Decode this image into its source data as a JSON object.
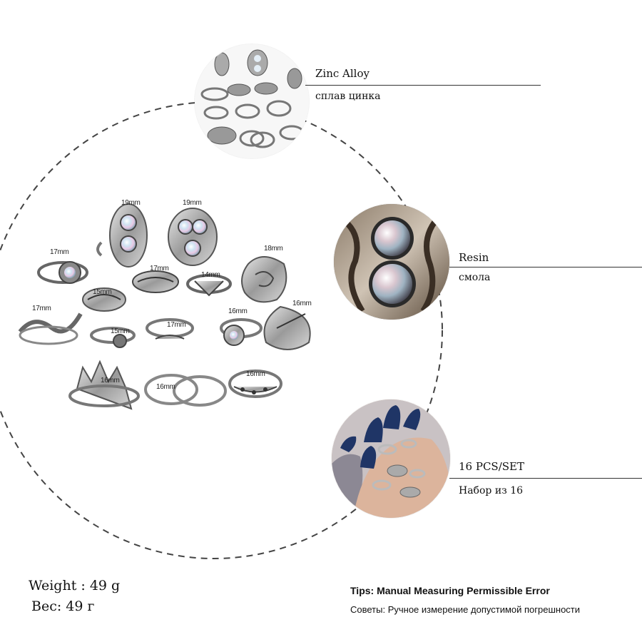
{
  "features": [
    {
      "label_en": "Zinc Alloy",
      "label_ru": "сплав цинка",
      "photo": "rings-set-photo"
    },
    {
      "label_en": "Resin",
      "label_ru": "смола",
      "photo": "resin-gem-closeup-photo"
    },
    {
      "label_en": "16 PCS/SET",
      "label_ru": "Набор из 16",
      "photo": "hand-wearing-rings-photo"
    }
  ],
  "ring_sizes": [
    "19mm",
    "19mm",
    "17mm",
    "18mm",
    "17mm",
    "14mm",
    "15mm",
    "16mm",
    "17mm",
    "15mm",
    "17mm",
    "16mm",
    "16mm",
    "16mm",
    "16mm"
  ],
  "weight": {
    "en": "Weight : 49 g",
    "ru": "Вес: 49 г"
  },
  "tips": {
    "en": "Tips: Manual Measuring Permissible Error",
    "ru": "Советы: Ручное измерение допустимой погрешности"
  },
  "colors": {
    "dash": "#444444",
    "silver": "#b8b8b8",
    "dark_silver": "#5a5a5a",
    "nail_blue": "#1f3566",
    "skin": "#d9b39a"
  }
}
